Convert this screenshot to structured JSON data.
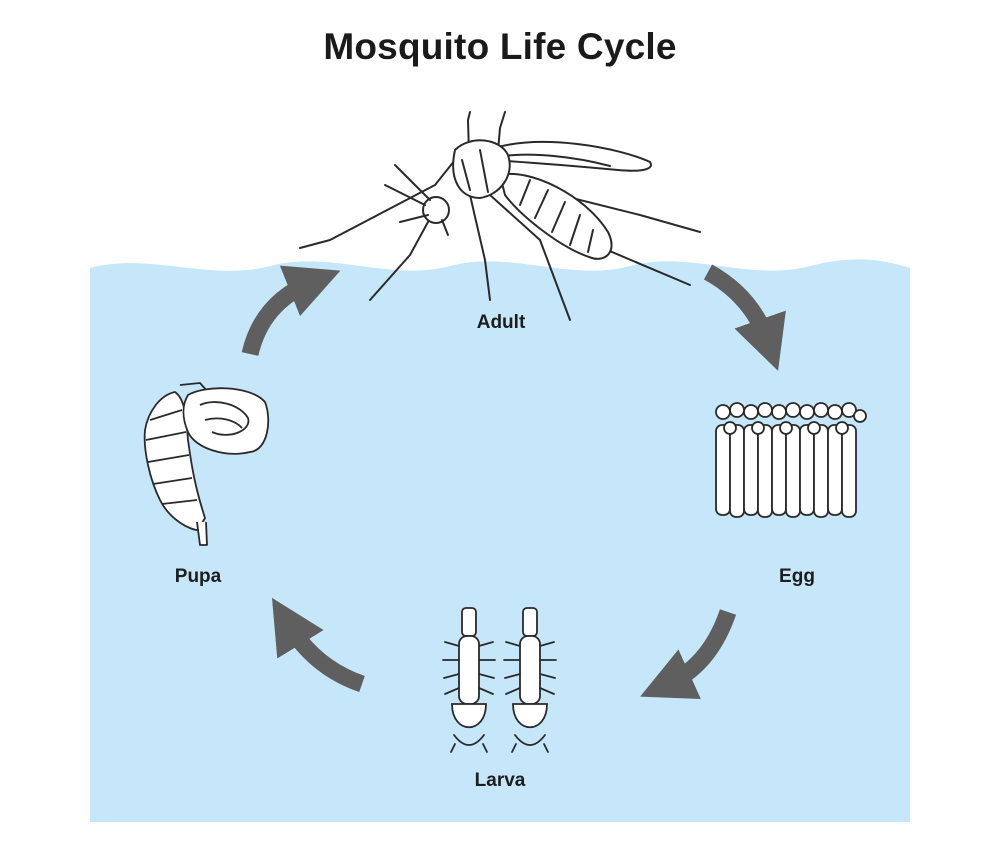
{
  "title": "Mosquito Life Cycle",
  "stages": {
    "adult": "Adult",
    "egg": "Egg",
    "larva": "Larva",
    "pupa": "Pupa"
  },
  "colors": {
    "water": "#c6e6fa",
    "arrow": "#5f5f5f",
    "line": "#2a2a2a"
  }
}
